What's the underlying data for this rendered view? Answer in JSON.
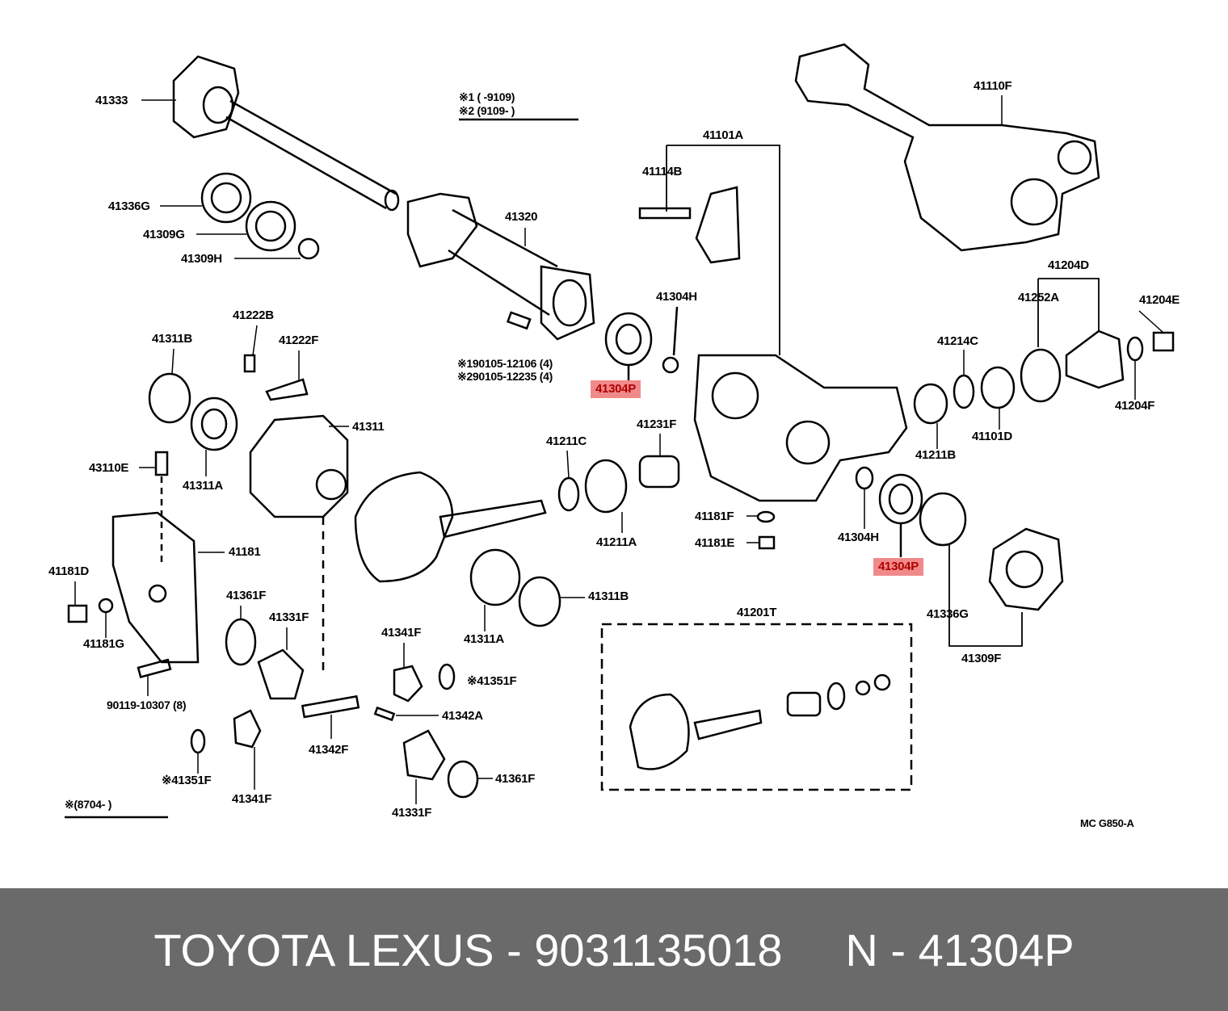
{
  "notes": {
    "n1": "※1 (        -9109)",
    "n2": "※2 (9109-        )",
    "bolt1": "※190105-12106 (4)",
    "bolt2": "※290105-12235 (4)",
    "n3": "※(8704-        )"
  },
  "labels": {
    "l41333": "41333",
    "l41336G_a": "41336G",
    "l41309G": "41309G",
    "l41309H": "41309H",
    "l41320": "41320",
    "l41101A": "41101A",
    "l41114B": "41114B",
    "l41110F": "41110F",
    "l41304H_a": "41304H",
    "l41204D": "41204D",
    "l41252A": "41252A",
    "l41204E": "41204E",
    "l41214C": "41214C",
    "l41222B": "41222B",
    "l41311B_a": "41311B",
    "l41222F": "41222F",
    "l41304P_a": "41304P",
    "l41311": "41311",
    "l41204F": "41204F",
    "l41101D": "41101D",
    "l41211C": "41211C",
    "l41231F": "41231F",
    "l41211B": "41211B",
    "l43110E": "43110E",
    "l41311A_a": "41311A",
    "l41181F": "41181F",
    "l41304H_b": "41304H",
    "l41211A": "41211A",
    "l41181E": "41181E",
    "l41304P_b": "41304P",
    "l41181": "41181",
    "l41181D": "41181D",
    "l41311B_b": "41311B",
    "l41361F_a": "41361F",
    "l41201T": "41201T",
    "l41331F_a": "41331F",
    "l41336G_b": "41336G",
    "l41181G": "41181G",
    "l41311A_b": "41311A",
    "l41341F_a": "41341F",
    "l41351F_a": "※41351F",
    "l41309F": "41309F",
    "l90119": "90119-10307 (8)",
    "l41342A": "41342A",
    "l41342F": "41342F",
    "l41351F_b": "※41351F",
    "l41361F_b": "41361F",
    "l41341F_b": "41341F",
    "l41331F_b": "41331F",
    "code": "MC G850-A"
  },
  "highlight_color": "#f08a8a",
  "footer": {
    "text": "TOYOTA LEXUS - 9031135018     N - 41304P"
  }
}
